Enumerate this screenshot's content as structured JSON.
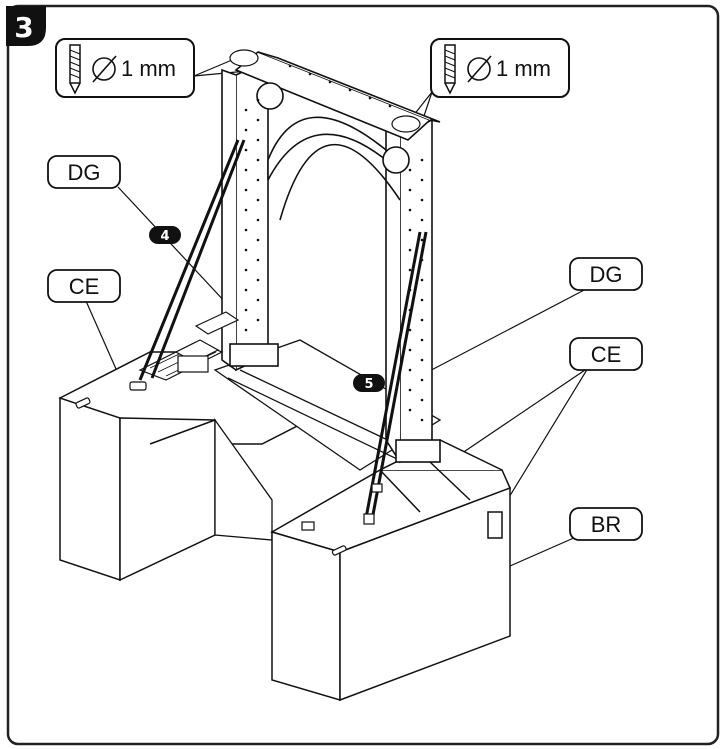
{
  "step_number": "3",
  "drill_callouts": [
    {
      "text": "1 mm",
      "icon": "drill-bit-icon",
      "symbol": "diameter-icon"
    },
    {
      "text": "1 mm",
      "icon": "drill-bit-icon",
      "symbol": "diameter-icon"
    }
  ],
  "part_labels": {
    "dg_left": "DG",
    "ce_left": "CE",
    "dg_right": "DG",
    "ce_right": "CE",
    "br": "BR"
  },
  "step_markers": {
    "marker_4": "4",
    "marker_5": "5"
  },
  "colors": {
    "frame": "#222222",
    "badge": "#111111",
    "line": "#111111",
    "fill": "#ffffff"
  }
}
